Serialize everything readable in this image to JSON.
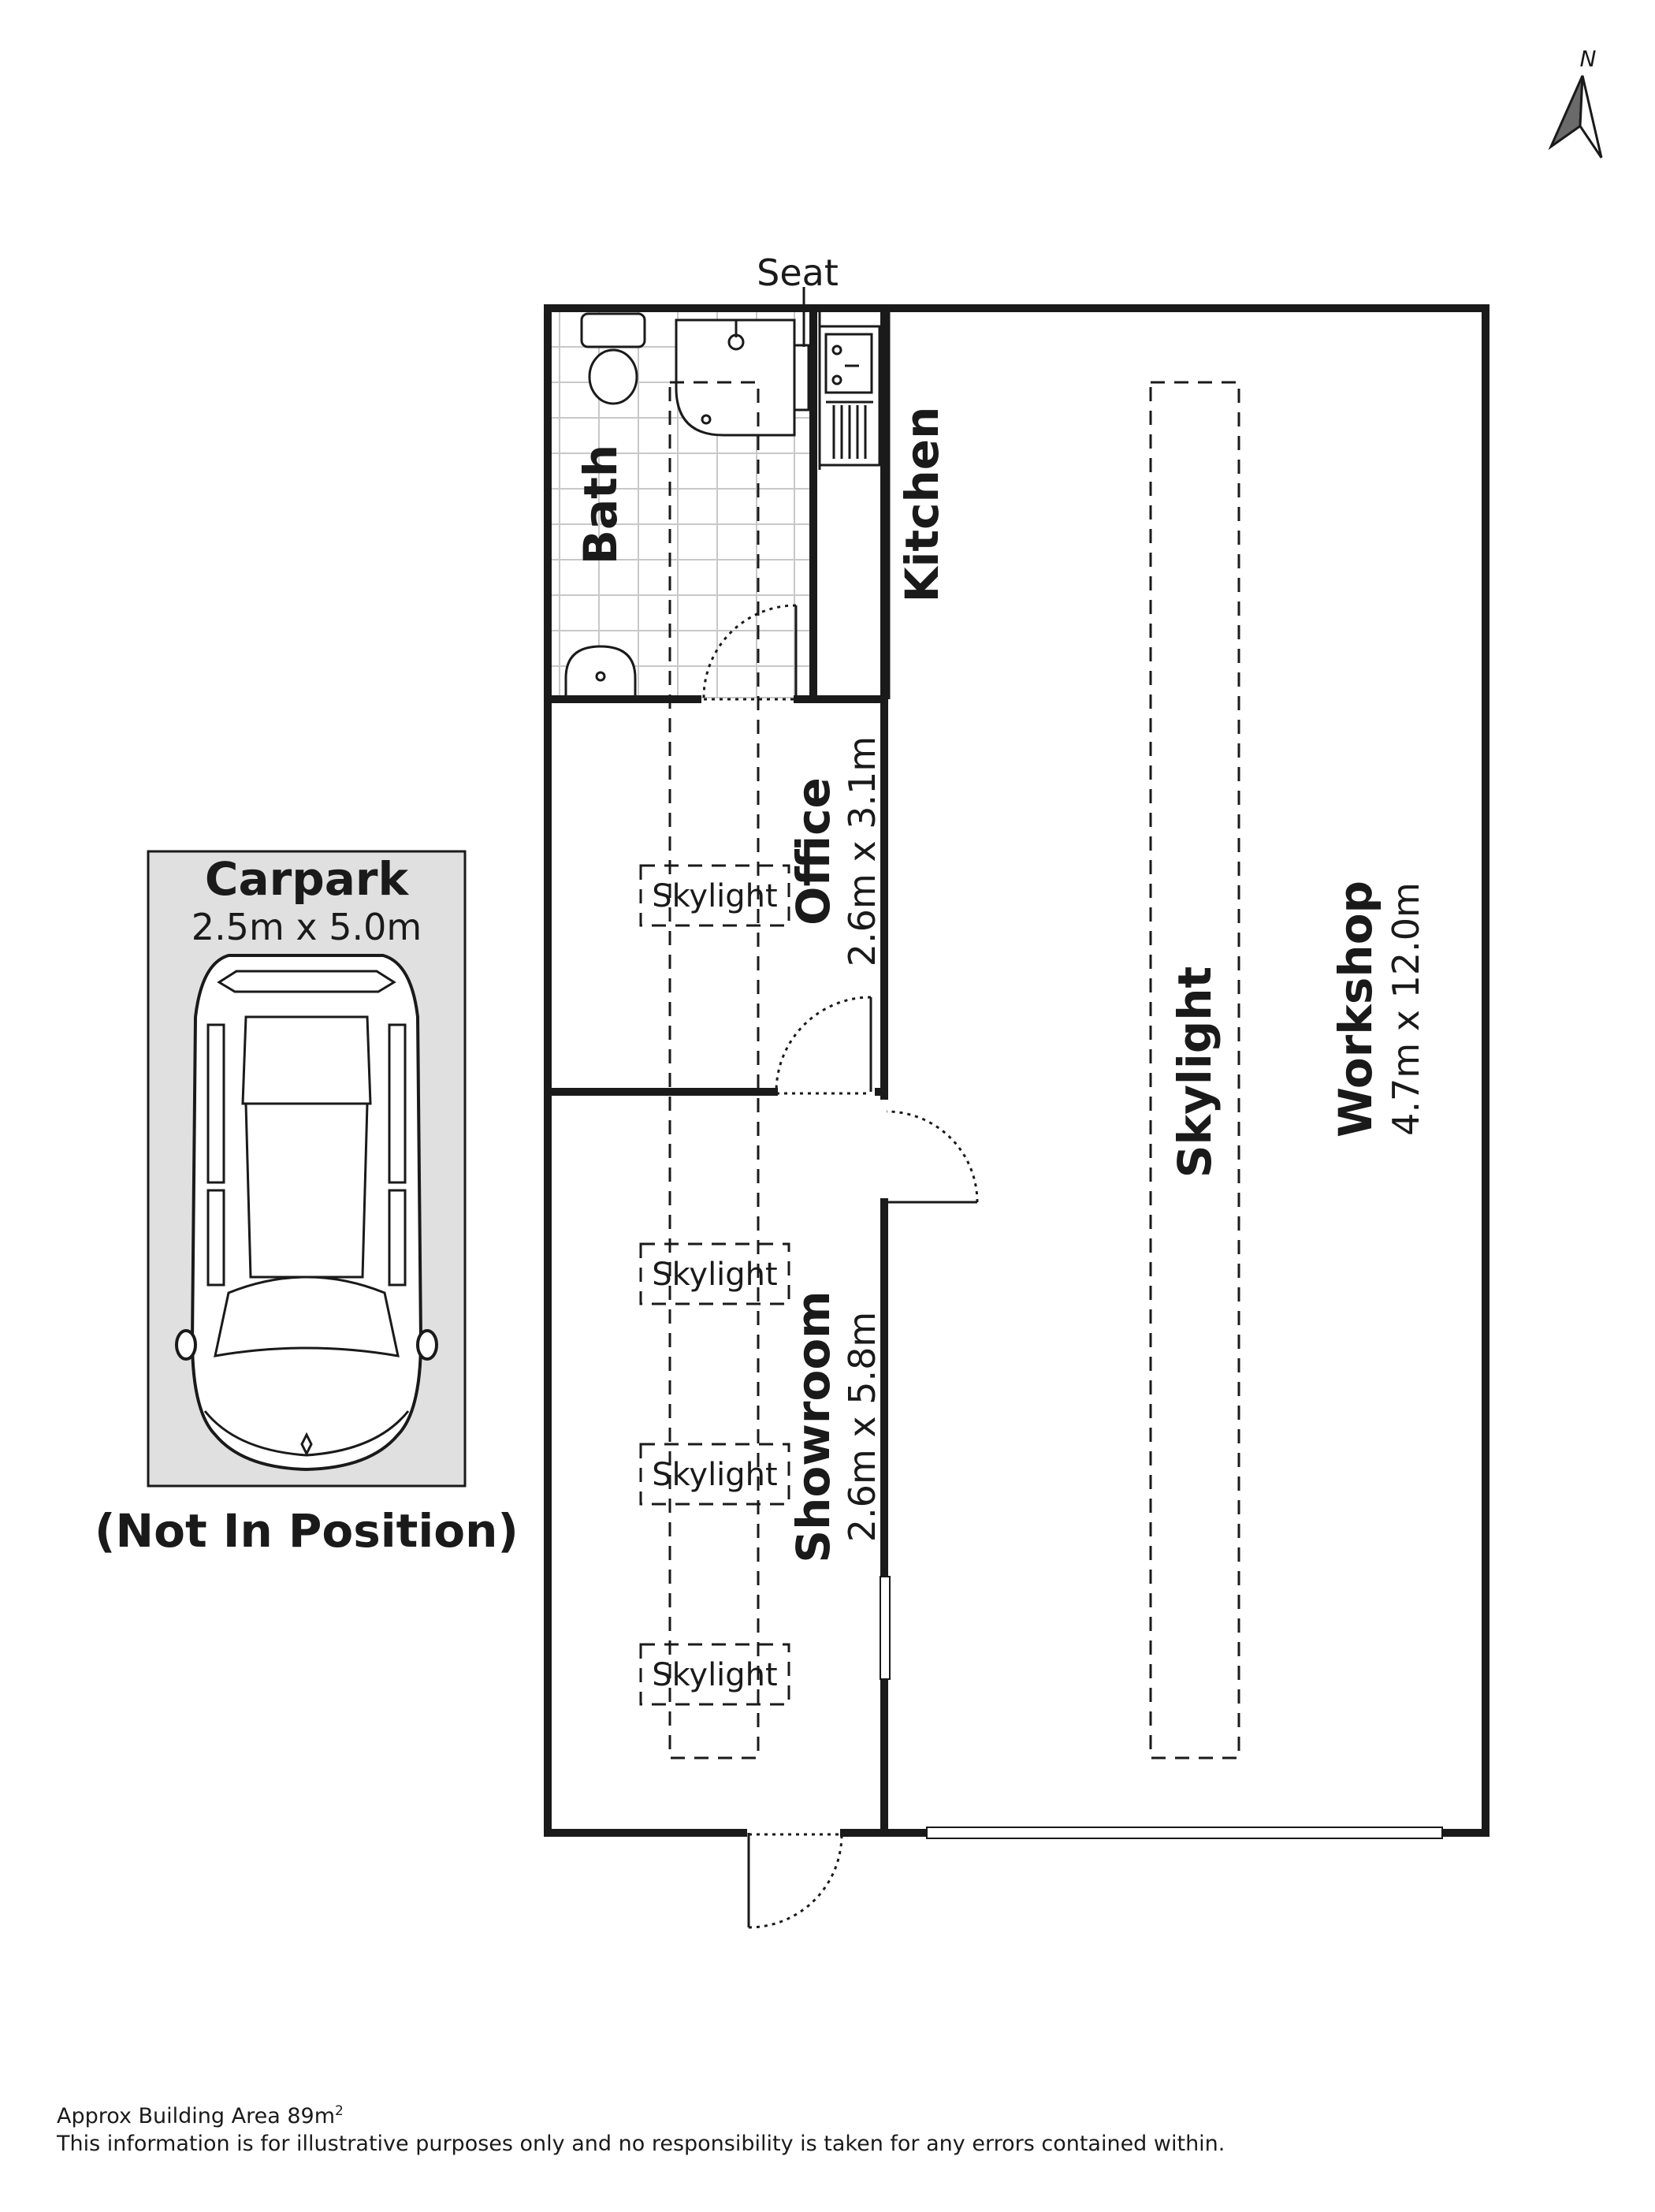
{
  "compass": {
    "label": "N"
  },
  "rooms": {
    "bath": {
      "name": "Bath"
    },
    "kitchen": {
      "name": "Kitchen"
    },
    "seat": {
      "name": "Seat"
    },
    "office": {
      "name": "Office",
      "dims": "2.6m x 3.1m"
    },
    "showroom": {
      "name": "Showroom",
      "dims": "2.6m x 5.8m"
    },
    "workshop": {
      "name": "Workshop",
      "dims": "4.7m x 12.0m"
    }
  },
  "skylights": {
    "office": "Skylight",
    "showroom_1": "Skylight",
    "showroom_2": "Skylight",
    "showroom_3": "Skylight",
    "workshop": "Skylight"
  },
  "carpark": {
    "name": "Carpark",
    "dims": "2.5m x 5.0m",
    "note": "(Not In Position)"
  },
  "footer": {
    "area_prefix": "Approx Building Area 89m",
    "area_sup": "2",
    "disclaimer": "This information is for illustrative purposes only and no responsibility is taken for any errors contained within."
  },
  "colors": {
    "carpark_fill": "#e0e0e0",
    "lines": "#1a1a1a"
  }
}
